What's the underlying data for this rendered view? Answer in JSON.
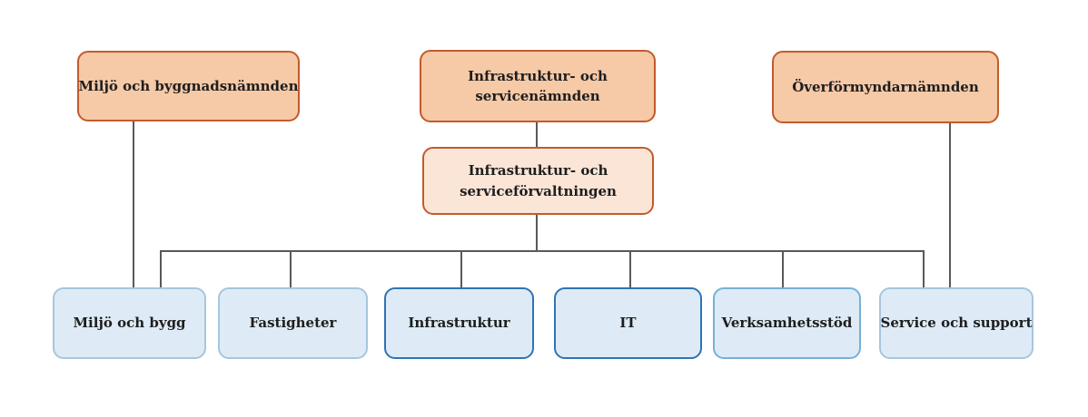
{
  "diagram": {
    "type": "org-chart",
    "boards": [
      {
        "label": "Miljö och byggnadsnämnden"
      },
      {
        "label": "Infrastruktur- och servicenämnden"
      },
      {
        "label": "Överförmyndarnämnden"
      }
    ],
    "administration": {
      "label": "Infrastruktur- och serviceförvaltningen"
    },
    "departments": [
      {
        "label": "Miljö och bygg"
      },
      {
        "label": "Fastigheter"
      },
      {
        "label": "Infrastruktur"
      },
      {
        "label": "IT"
      },
      {
        "label": "Verksamhetsstöd"
      },
      {
        "label": "Service och support"
      }
    ],
    "connections": [
      {
        "from": "Miljö och byggnadsnämnden",
        "to": "Miljö och bygg"
      },
      {
        "from": "Infrastruktur- och servicenämnden",
        "to": "Infrastruktur- och serviceförvaltningen"
      },
      {
        "from": "Infrastruktur- och serviceförvaltningen",
        "to": "Miljö och bygg"
      },
      {
        "from": "Infrastruktur- och serviceförvaltningen",
        "to": "Fastigheter"
      },
      {
        "from": "Infrastruktur- och serviceförvaltningen",
        "to": "Infrastruktur"
      },
      {
        "from": "Infrastruktur- och serviceförvaltningen",
        "to": "IT"
      },
      {
        "from": "Infrastruktur- och serviceförvaltningen",
        "to": "Verksamhetsstöd"
      },
      {
        "from": "Infrastruktur- och serviceförvaltningen",
        "to": "Service och support"
      },
      {
        "from": "Överförmyndarnämnden",
        "to": "Service och support"
      }
    ]
  },
  "colors": {
    "background": "#FFFFFF",
    "text": "#1E1E1E",
    "connector": "#595959",
    "orange_fill": "#F6C9A7",
    "orange_fill_light": "#FBE5D7",
    "orange_border": "#C25B2B",
    "blue_fill": "#DEEBF6",
    "blue_border_light": "#A6C6DE",
    "blue_border_dark": "#2E74B5",
    "blue_border_medium": "#77B1D6"
  }
}
